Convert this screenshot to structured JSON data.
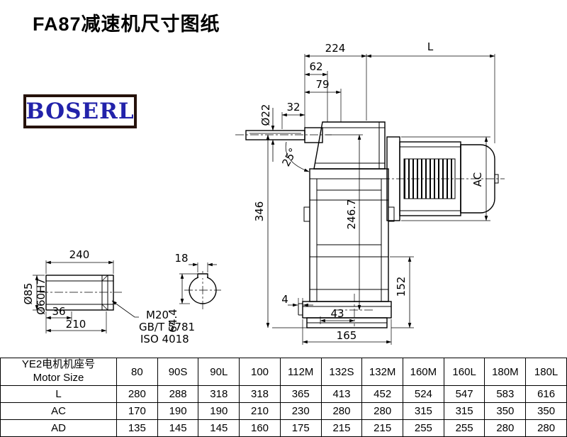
{
  "page": {
    "title": "FA87减速机尺寸图纸",
    "logo": "BOSERL"
  },
  "colors": {
    "logo_text": "#2222aa",
    "logo_border": "#26120b",
    "drawing_lines": "#000000"
  },
  "drawing": {
    "dims": {
      "d224": "224",
      "dL": "L",
      "d62": "62",
      "d79": "79",
      "d32": "32",
      "d22": "Ø22",
      "d25": "25°",
      "d346": "346",
      "d246_7": "246.7",
      "dAC": "AC",
      "d152": "152",
      "d4": "4",
      "d43": "43",
      "d165": "165",
      "d240": "240",
      "d85": "Ø85",
      "d60": "Ø60H7",
      "d36": "36",
      "d210": "210",
      "d18": "18",
      "d64_4": "64.4",
      "m20": "M20",
      "gb": "GB/T 5781",
      "iso": "ISO 4018"
    }
  },
  "table": {
    "header_cn": "YE2电机机座号",
    "header_en": "Motor Size",
    "columns": [
      "80",
      "90S",
      "90L",
      "100",
      "112M",
      "132S",
      "132M",
      "160M",
      "160L",
      "180M",
      "180L"
    ],
    "rows": [
      {
        "label": "L",
        "values": [
          "280",
          "288",
          "318",
          "318",
          "365",
          "413",
          "452",
          "524",
          "547",
          "583",
          "616"
        ]
      },
      {
        "label": "AC",
        "values": [
          "170",
          "190",
          "190",
          "210",
          "230",
          "280",
          "280",
          "315",
          "315",
          "350",
          "350"
        ]
      },
      {
        "label": "AD",
        "values": [
          "135",
          "145",
          "145",
          "160",
          "175",
          "215",
          "215",
          "255",
          "255",
          "280",
          "280"
        ]
      }
    ]
  }
}
